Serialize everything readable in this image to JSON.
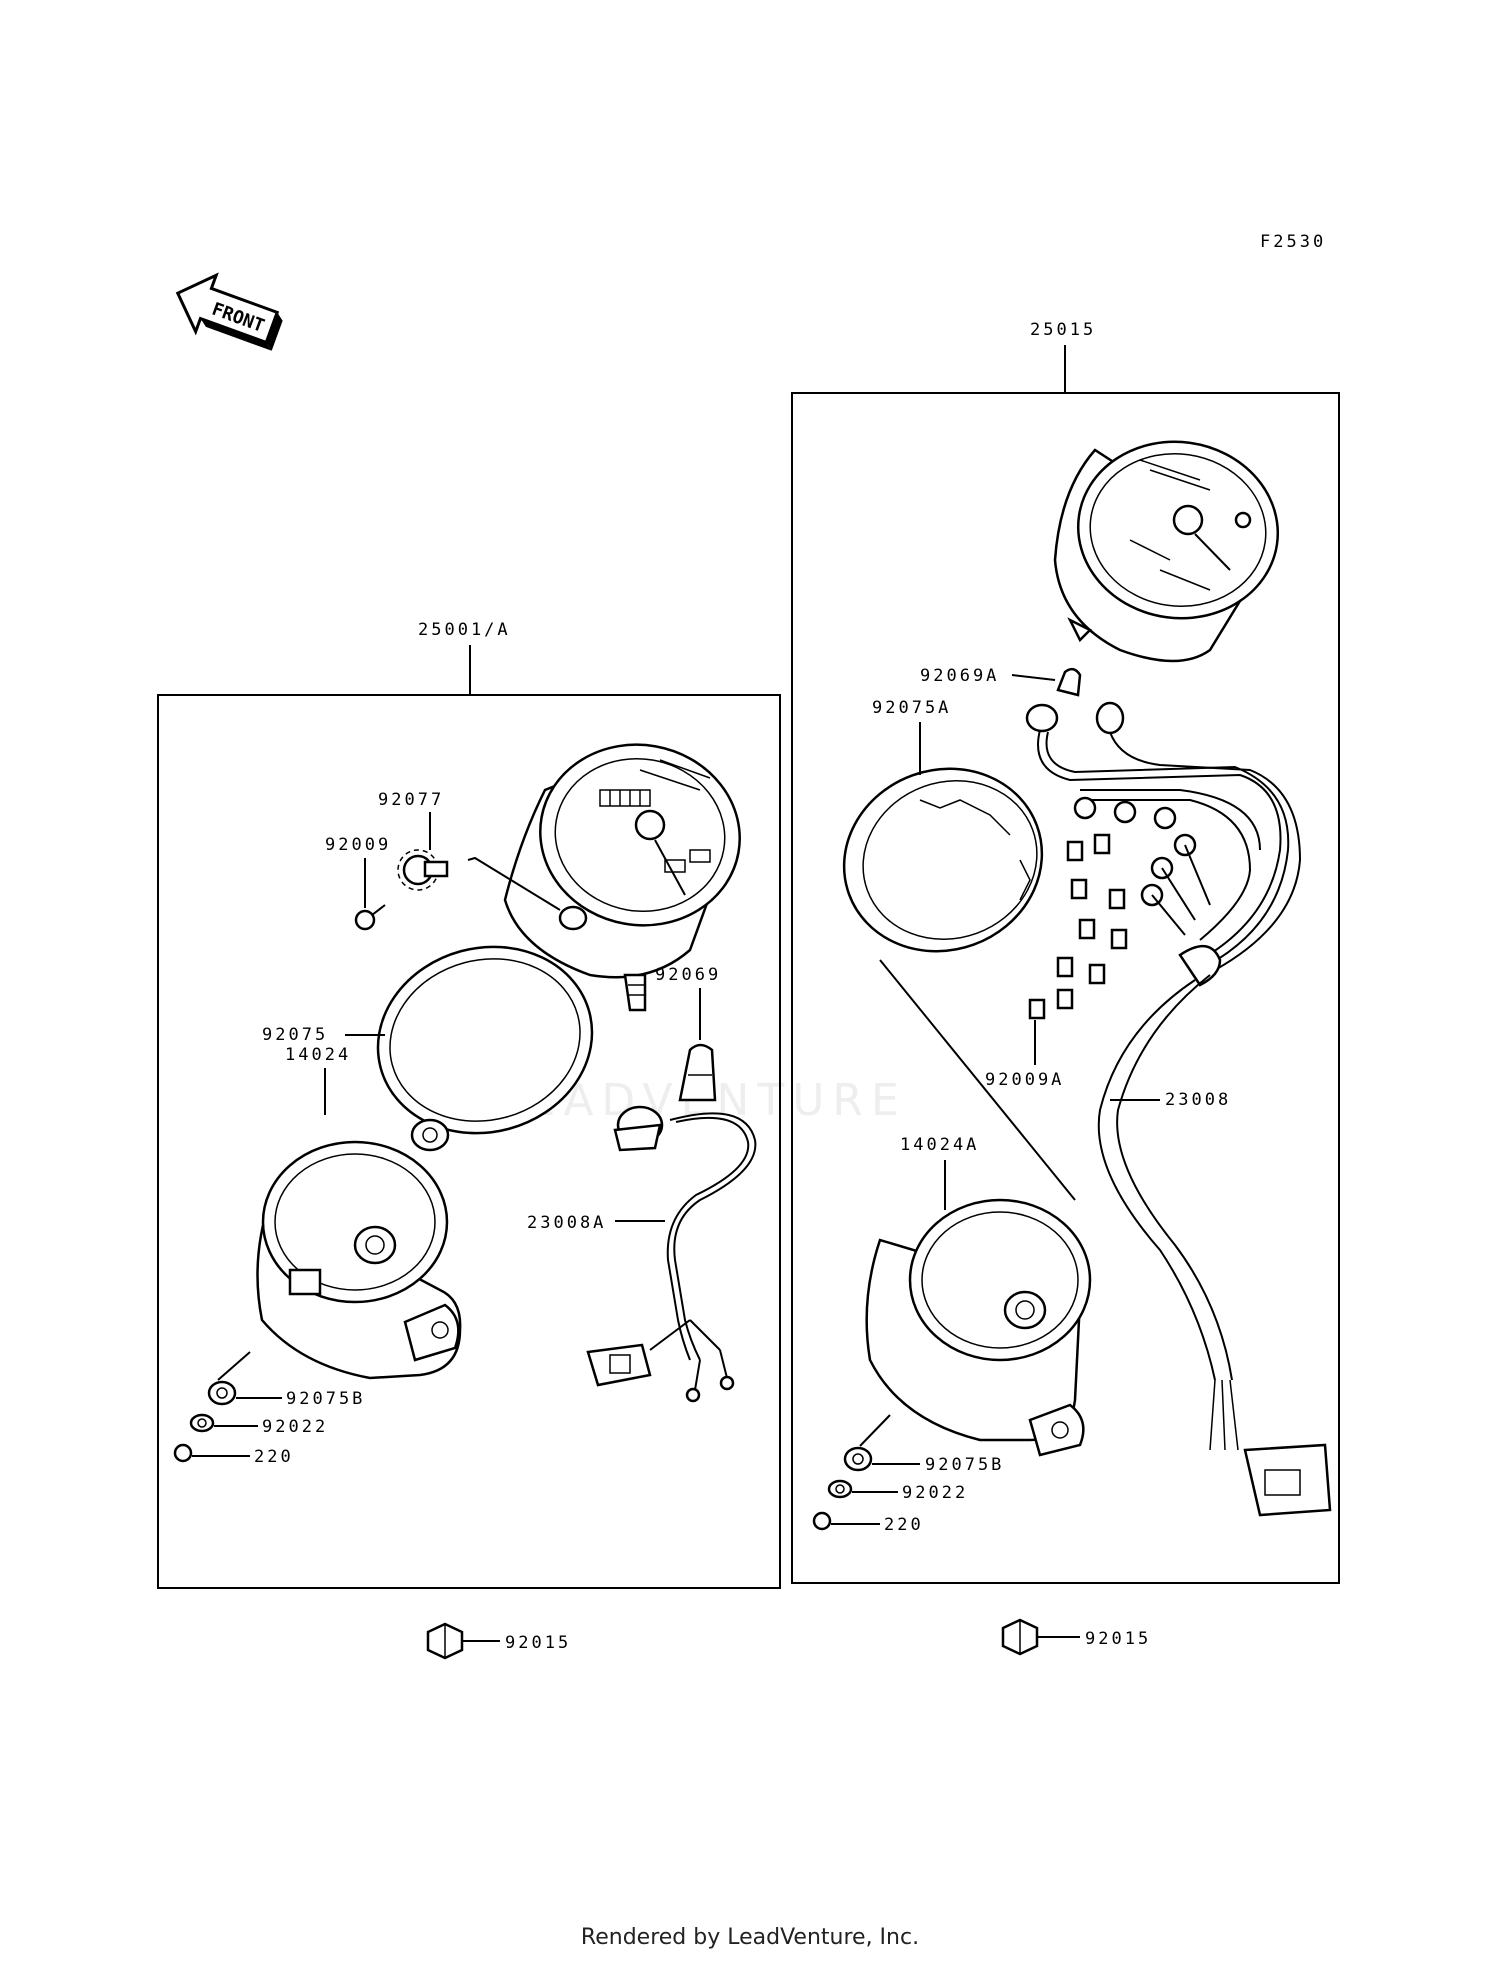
{
  "diagram_code": "F2530",
  "front_label": "FRONT",
  "watermark": "LEADVENTURE",
  "footer": "Rendered by LeadVenture, Inc.",
  "left_assembly": {
    "assembly_label": "25001/A",
    "parts": {
      "p92077": "92077",
      "p92009": "92009",
      "p92075": "92075",
      "p92069": "92069",
      "p14024": "14024",
      "p23008A": "23008A",
      "p92075B": "92075B",
      "p92022": "92022",
      "p220": "220"
    },
    "outside_part": "92015"
  },
  "right_assembly": {
    "assembly_label": "25015",
    "parts": {
      "p92069A": "92069A",
      "p92075A": "92075A",
      "p92009A": "92009A",
      "p23008": "23008",
      "p14024A": "14024A",
      "p92075B": "92075B",
      "p92022": "92022",
      "p220": "220"
    },
    "outside_part": "92015"
  }
}
